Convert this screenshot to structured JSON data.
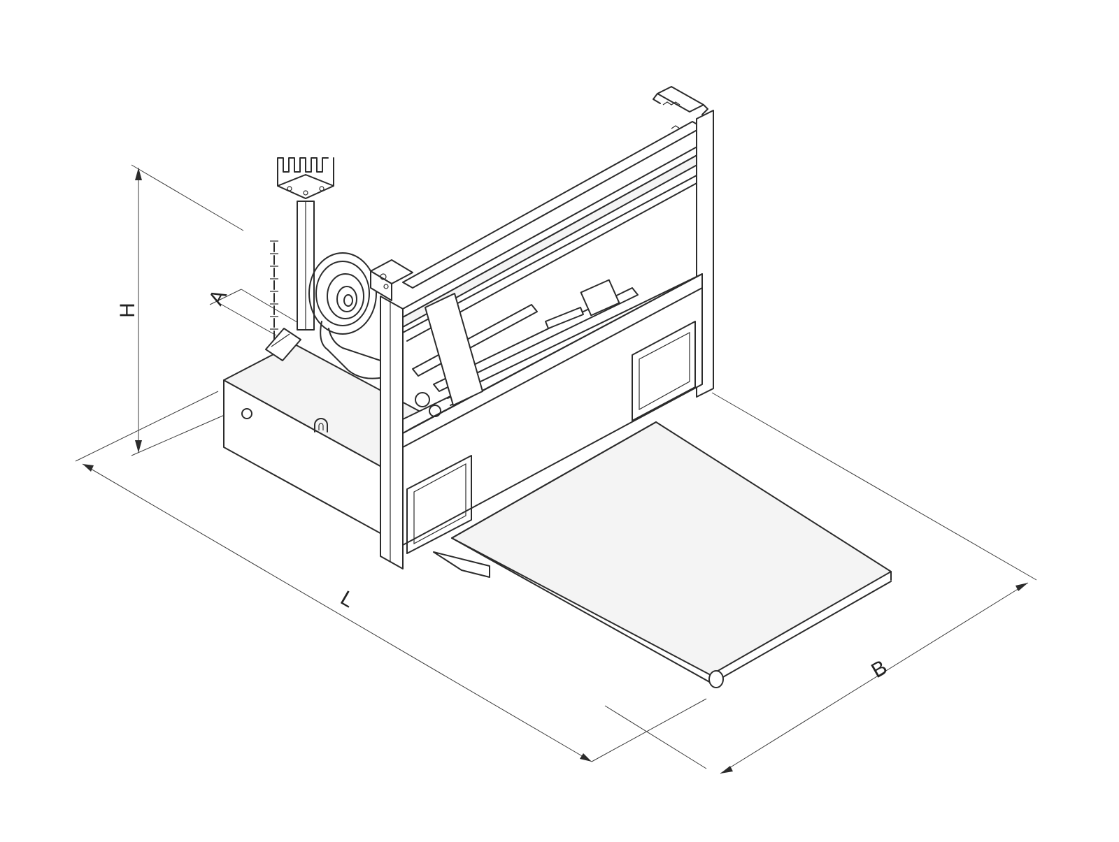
{
  "dimensions": {
    "height": "H",
    "offset": "A",
    "length": "L",
    "width": "B"
  },
  "colors": {
    "line": "#2b2b2b",
    "background": "#ffffff"
  }
}
